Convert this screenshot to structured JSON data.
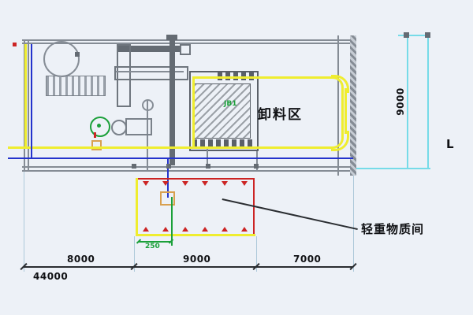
{
  "labels": {
    "unloading_area": "卸料区",
    "materials_room": "轻重物质间",
    "machine_tag": "JB1",
    "corner_mark": "L"
  },
  "dimensions": {
    "bottom_segments": [
      "8000",
      "9000",
      "7000"
    ],
    "total_width": "44000",
    "right_height": "9000",
    "inner_width": "250"
  },
  "colors": {
    "wall_gray": "#858c95",
    "machinery_gray": "#646b73",
    "pipe_yellow": "#efed2f",
    "pipe_blue": "#2433cc",
    "grid_cyan": "#76dbe8",
    "fire_red": "#cc2424",
    "equip_green": "#1ba03a",
    "text_black": "#101114"
  }
}
